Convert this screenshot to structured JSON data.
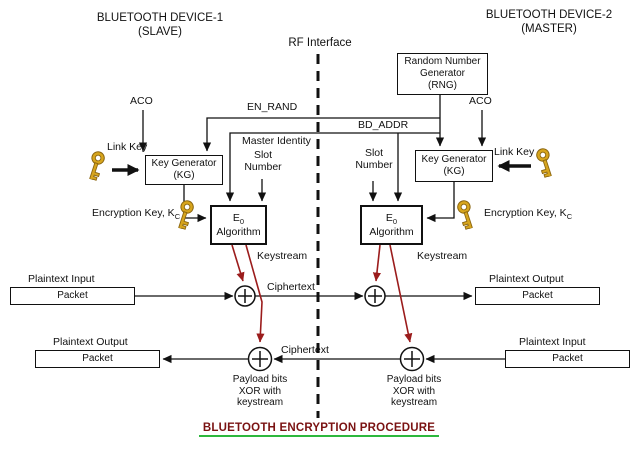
{
  "device1": {
    "title": "BLUETOOTH DEVICE-1",
    "role": "(SLAVE)"
  },
  "device2": {
    "title": "BLUETOOTH DEVICE-2",
    "role": "(MASTER)"
  },
  "rf_interface": "RF Interface",
  "rng_box": {
    "line1": "Random Number",
    "line2": "Generator",
    "line3": "(RNG)"
  },
  "kg_box": {
    "line1": "Key Generator",
    "line2": "(KG)"
  },
  "e0_box": {
    "letter": "E",
    "sub": "0",
    "word": "Algorithm"
  },
  "packet": "Packet",
  "labels": {
    "aco": "ACO",
    "en_rand": "EN_RAND",
    "bd_addr": "BD_ADDR",
    "master_identity": "Master Identity",
    "link_key": "Link Key",
    "slot_line1": "Slot",
    "slot_line2": "Number",
    "encryption_key_prefix": "Encryption Key, K",
    "encryption_key_sub": "C",
    "keystream": "Keystream",
    "plaintext_input": "Plaintext Input",
    "plaintext_output": "Plaintext Output",
    "ciphertext": "Ciphertext",
    "payload_line1": "Payload bits",
    "payload_line2": "XOR with",
    "payload_line3": "keystream"
  },
  "footer_title": "BLUETOOTH ENCRYPTION PROCEDURE",
  "colors": {
    "keystream_arrow": "#9b1c1c",
    "key_gold": "#d7a51d",
    "underline_green": "#2db83d",
    "title_color": "#7a1212"
  }
}
